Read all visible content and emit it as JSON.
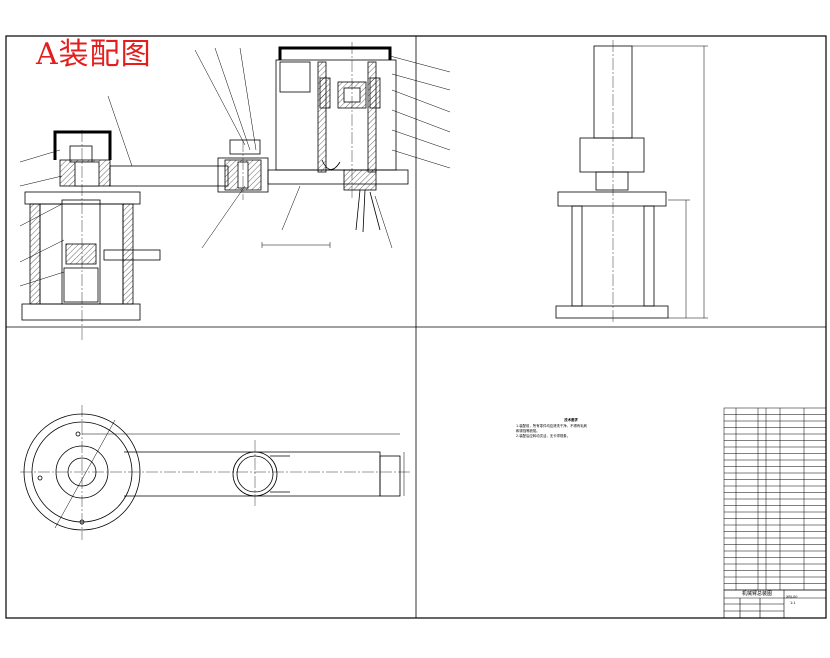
{
  "drawing": {
    "title": "A装配图",
    "technical_requirements": {
      "heading": "技术要求",
      "items": [
        "1.装配前，所有零件均应清洗干净，不得有毛刺",
        "和锈蚀等缺陷。",
        "2.装配后应转动灵活，无卡滞现象。"
      ]
    },
    "title_block": {
      "name": "机械臂总装图",
      "code": "XBJ-00",
      "scale": "1:1"
    }
  }
}
